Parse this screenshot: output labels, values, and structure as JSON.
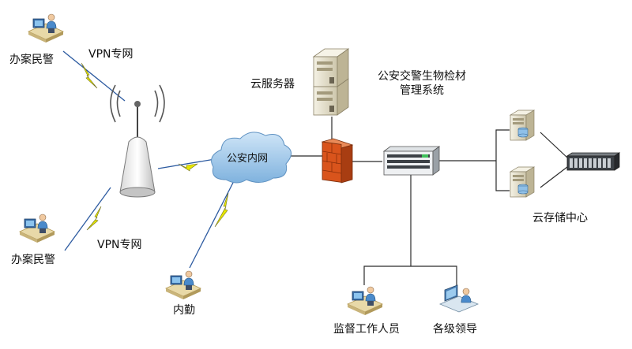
{
  "labels": {
    "police_top": "办案民警",
    "vpn_top": "VPN专网",
    "police_bottom": "办案民警",
    "vpn_bottom": "VPN专网",
    "intranet": "公安内网",
    "cloud_server": "云服务器",
    "system_line1": "公安交警生物检材",
    "system_line2": "管理系统",
    "cloud_storage": "云存储中心",
    "inner_staff": "内勤",
    "supervisor": "监督工作人员",
    "leaders": "各级领导"
  },
  "colors": {
    "wire_dark": "#2b2b2b",
    "vpn_link": "#2c5aa0",
    "lightning": "#e8e800",
    "cloud": "#9dc6ea",
    "firewall": "#d9541c",
    "server": "#e9e4d0",
    "rack": "#3c4146"
  },
  "icons": [
    "workstation-icon",
    "antenna-tower-icon",
    "cloud-icon",
    "server-cluster-icon",
    "firewall-icon",
    "switch-icon",
    "database-server-icon",
    "storage-array-icon",
    "laptop-icon"
  ]
}
